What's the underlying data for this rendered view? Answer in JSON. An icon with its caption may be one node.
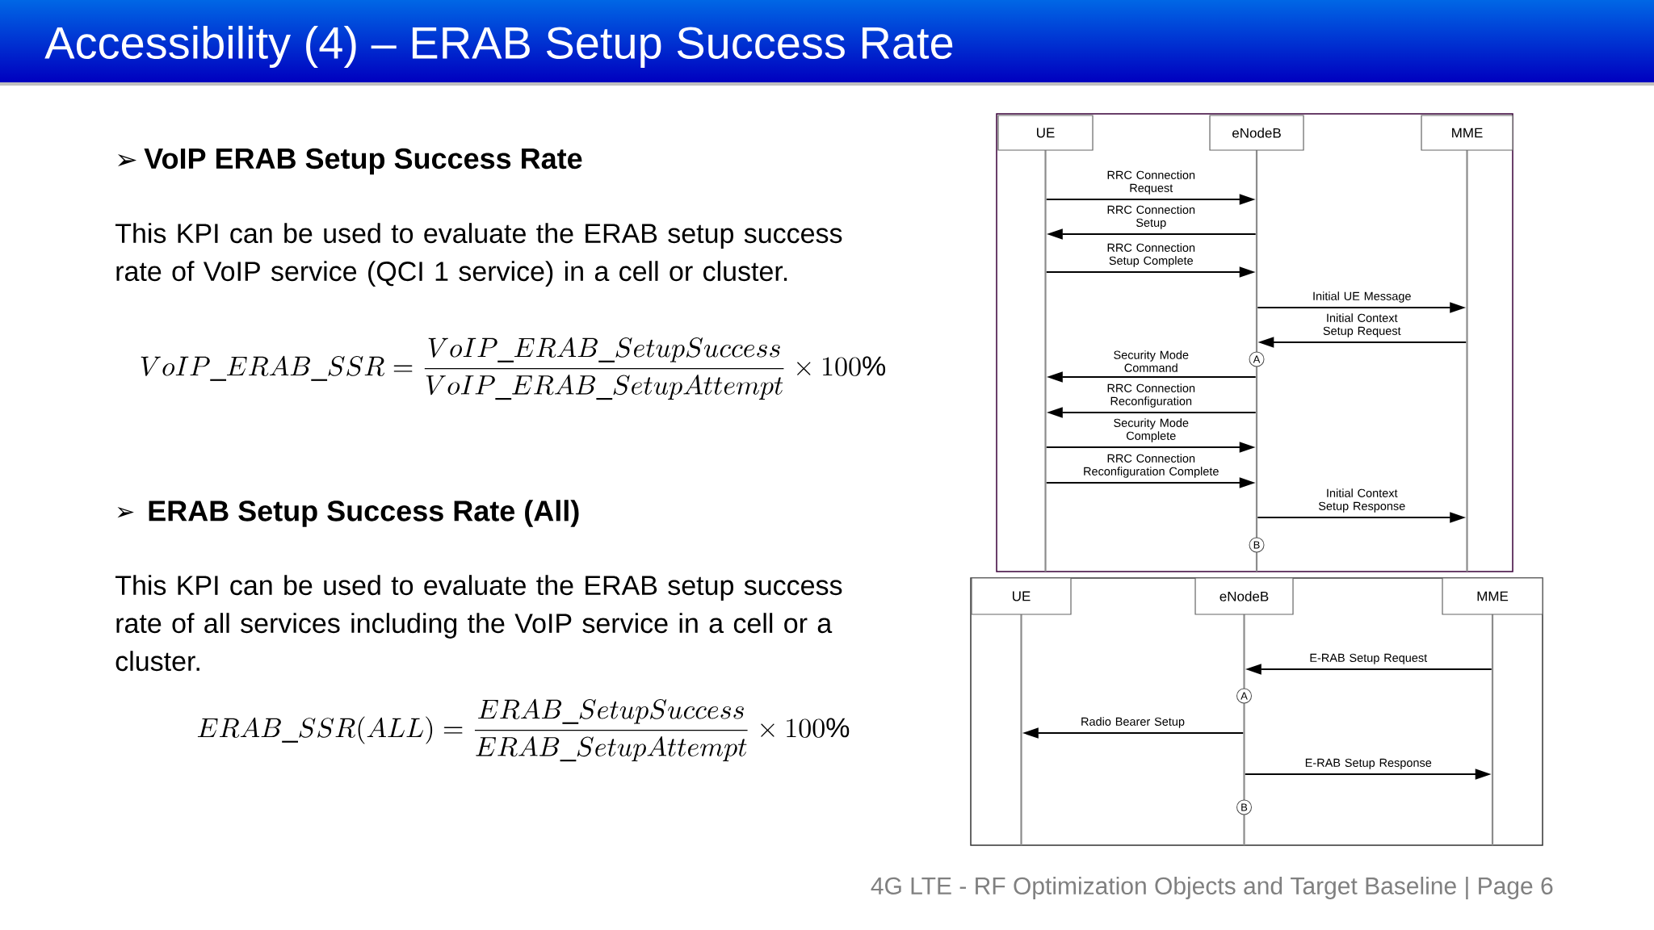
{
  "diagram": {
    "title": "Accessibility (4) – ERAB Setup Success Rate",
    "nodes": [
      {
        "text": [],
        "shape": "box"
      },
      {
        "text": [
          "UE"
        ],
        "in": 0
      },
      {
        "text": [
          "eNodeB"
        ],
        "in": 0
      },
      {
        "text": [
          "MME"
        ],
        "in": 0
      },
      {
        "text": [],
        "shape": "line",
        "in": 0
      },
      {
        "text": [],
        "shape": "line",
        "in": 0
      },
      {
        "text": [],
        "shape": "line",
        "in": 0
      },
      {
        "text": [
          "A"
        ],
        "in": 0
      },
      {
        "text": [
          "B"
        ],
        "in": 0
      },
      {
        "text": [],
        "shape": "box"
      },
      {
        "text": [
          "UE"
        ],
        "in": 9
      },
      {
        "text": [
          "eNodeB"
        ],
        "in": 9
      },
      {
        "text": [
          "MME"
        ],
        "in": 9
      },
      {
        "text": [],
        "shape": "line",
        "in": 9
      },
      {
        "text": [],
        "shape": "line",
        "in": 9
      },
      {
        "text": [],
        "shape": "line",
        "in": 9
      },
      {
        "text": [
          "A"
        ],
        "in": 9
      },
      {
        "text": [
          "B"
        ],
        "in": 9
      }
    ],
    "edges": [
      {
        "from": 4,
        "to": 5,
        "arrow": "to",
        "label": "RRC Connection Request"
      },
      {
        "from": 5,
        "to": 4,
        "arrow": "to",
        "label": "RRC Connection Setup"
      },
      {
        "from": 4,
        "to": 5,
        "arrow": "to",
        "label": "RRC Connection Setup Complete"
      },
      {
        "from": 5,
        "to": 6,
        "arrow": "to",
        "label": "Initial UE Message"
      },
      {
        "from": 6,
        "to": 5,
        "arrow": "to",
        "label": "Initial Context Setup Request"
      },
      {
        "from": 5,
        "to": 4,
        "arrow": "to",
        "label": "Security Mode Command"
      },
      {
        "from": 5,
        "to": 4,
        "arrow": "to",
        "label": "RRC Connection Reconfiguration"
      },
      {
        "from": 4,
        "to": 5,
        "arrow": "to",
        "label": "Security Mode Complete"
      },
      {
        "from": 4,
        "to": 5,
        "arrow": "to",
        "label": "RRC Connection Reconfiguration Complete"
      },
      {
        "from": 5,
        "to": 6,
        "arrow": "to",
        "label": "Initial Context Setup Response"
      },
      {
        "from": 15,
        "to": 14,
        "arrow": "to",
        "label": "E-RAB Setup Request"
      },
      {
        "from": 14,
        "to": 13,
        "arrow": "to",
        "label": "Radio Bearer Setup"
      },
      {
        "from": 14,
        "to": 15,
        "arrow": "to",
        "label": "E-RAB Setup Response"
      }
    ],
    "labels": [
      "➢",
      "VoIP ERAB Setup Success Rate",
      "This KPI can be used to evaluate the ERAB setup success rate of VoIP service (QCI 1 service) in a cell or cluster.",
      "VoIP\\_ERAB\\_SSR=\\frac{VoIP\\_ERAB\\_SetupSuccess}{VoIP\\_ERAB\\_SetupAttempt}\\times 100\\%",
      "➢",
      "ERAB Setup Success Rate (All)",
      "This KPI can be used to evaluate the ERAB setup success rate of all services including the VoIP service in a cell or a cluster.",
      "ERAB\\_SSR(ALL)=\\frac{ERAB\\_SetupSuccess}{ERAB\\_SetupAttempt}\\times 100\\%",
      "4G LTE - RF Optimization Objects and Target Baseline | Page 6"
    ]
  }
}
